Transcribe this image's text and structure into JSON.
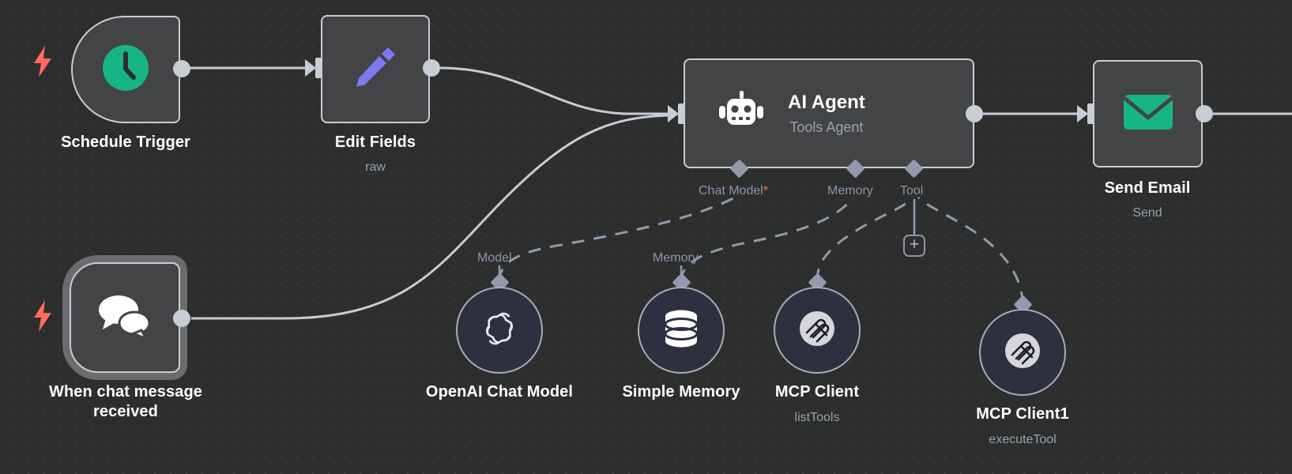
{
  "canvas": {
    "background_color": "#2d2e2e",
    "grid_dot_color": "#3d3e3e",
    "edge_color": "#c9ccd4",
    "sub_edge_color": "#9499ad",
    "node_body_color": "#434445",
    "node_border_color": "#c9ccd4",
    "subnode_body_color": "#2e3040",
    "accent_green": "#17b584",
    "accent_purple": "#7d79f3",
    "accent_red": "#ff6d5a",
    "label_color": "#ffffff",
    "sublabel_color": "#9aa0ae"
  },
  "nodes": [
    {
      "id": "schedule-trigger",
      "name": "Schedule Trigger",
      "subtitle": "",
      "icon": "clock-icon",
      "shape": "trigger",
      "trigger_badge": "lightning-bolt-icon"
    },
    {
      "id": "edit-fields",
      "name": "Edit Fields",
      "subtitle": "raw",
      "icon": "pencil-icon",
      "shape": "rect",
      "trigger_badge": ""
    },
    {
      "id": "when-chat-message-received",
      "name": "When chat message\nreceived",
      "subtitle": "",
      "icon": "chat-bubbles-icon",
      "shape": "trigger-rounded",
      "trigger_badge": "lightning-bolt-icon"
    },
    {
      "id": "ai-agent",
      "name": "AI Agent",
      "subtitle": "Tools Agent",
      "icon": "robot-icon",
      "shape": "wide",
      "trigger_badge": ""
    },
    {
      "id": "send-email",
      "name": "Send Email",
      "subtitle": "Send",
      "icon": "envelope-icon",
      "shape": "rect",
      "trigger_badge": ""
    }
  ],
  "agent_ports": [
    {
      "id": "chat-model",
      "label": "Chat Model",
      "required_marker": "*"
    },
    {
      "id": "memory",
      "label": "Memory",
      "required_marker": ""
    },
    {
      "id": "tool",
      "label": "Tool",
      "required_marker": ""
    }
  ],
  "subnodes": [
    {
      "id": "openai-chat-model",
      "name": "OpenAI Chat Model",
      "subtitle": "",
      "port_label": "Model",
      "icon": "openai-icon"
    },
    {
      "id": "simple-memory",
      "name": "Simple Memory",
      "subtitle": "",
      "port_label": "Memory",
      "icon": "database-icon"
    },
    {
      "id": "mcp-client",
      "name": "MCP Client",
      "subtitle": "listTools",
      "port_label": "",
      "icon": "mcp-icon"
    },
    {
      "id": "mcp-client1",
      "name": "MCP Client1",
      "subtitle": "executeTool",
      "port_label": "",
      "icon": "mcp-icon"
    }
  ],
  "add_tool_button": {
    "label": "+",
    "name": "add-tool-button"
  }
}
